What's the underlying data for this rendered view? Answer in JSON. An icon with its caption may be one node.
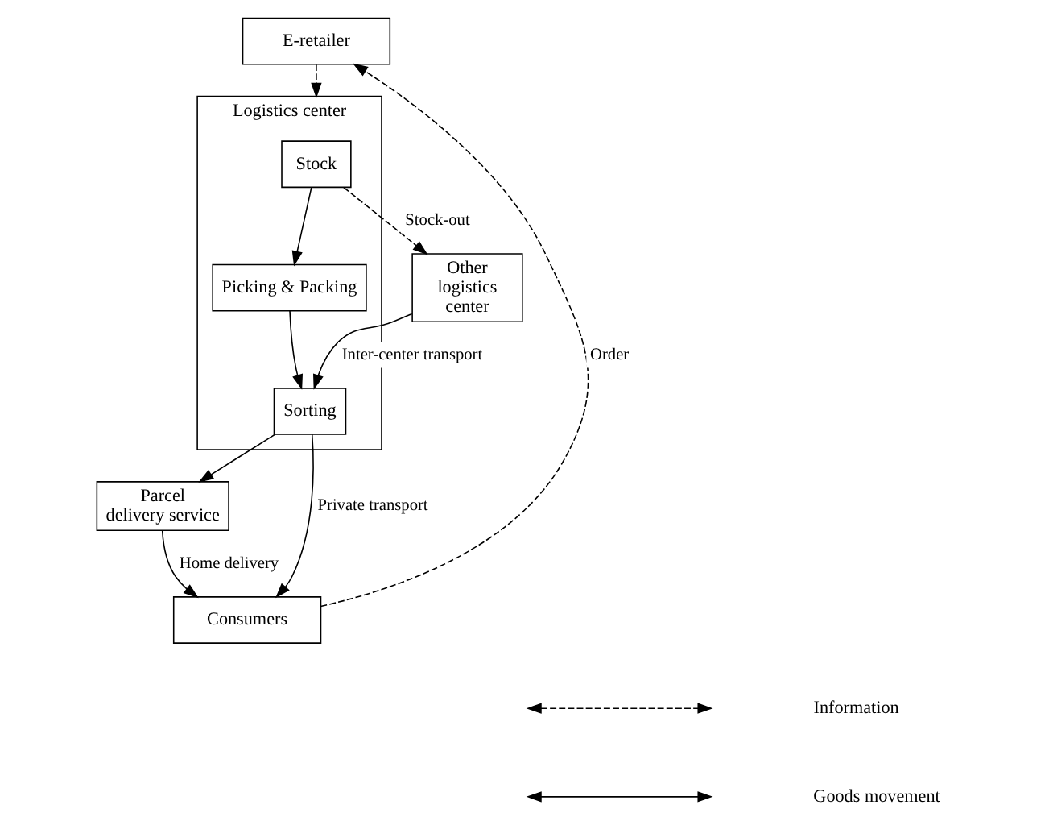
{
  "diagram": {
    "nodes": [
      {
        "text": [
          "E-retailer"
        ]
      },
      {
        "text": [
          "Logistics center"
        ]
      },
      {
        "text": [
          "Stock"
        ],
        "in": 1
      },
      {
        "text": [
          "Picking & Packing"
        ],
        "in": 1
      },
      {
        "text": [
          "Sorting"
        ],
        "in": 1
      },
      {
        "text": [
          "Other logistics center"
        ]
      },
      {
        "text": [
          "Parcel delivery service"
        ]
      },
      {
        "text": [
          "Consumers"
        ]
      }
    ],
    "edges": [
      {
        "from": 0,
        "to": 1,
        "arrow": "to",
        "style": "dashed"
      },
      {
        "from": 2,
        "to": 5,
        "arrow": "to",
        "style": "dashed",
        "label": "Stock-out"
      },
      {
        "from": 2,
        "to": 3,
        "arrow": "to"
      },
      {
        "from": 3,
        "to": 4,
        "arrow": "to"
      },
      {
        "from": 5,
        "to": 4,
        "arrow": "to",
        "label": "Inter-center transport"
      },
      {
        "from": 4,
        "to": 7,
        "arrow": "to",
        "label": "Private transport"
      },
      {
        "from": 4,
        "to": 6,
        "arrow": "to"
      },
      {
        "from": 6,
        "to": 7,
        "arrow": "to",
        "label": "Home delivery"
      },
      {
        "from": 7,
        "to": 0,
        "arrow": "to",
        "style": "dashed",
        "label": "Order"
      }
    ],
    "legend": [
      {
        "text": "Information"
      },
      {
        "text": "Goods movement"
      }
    ]
  }
}
